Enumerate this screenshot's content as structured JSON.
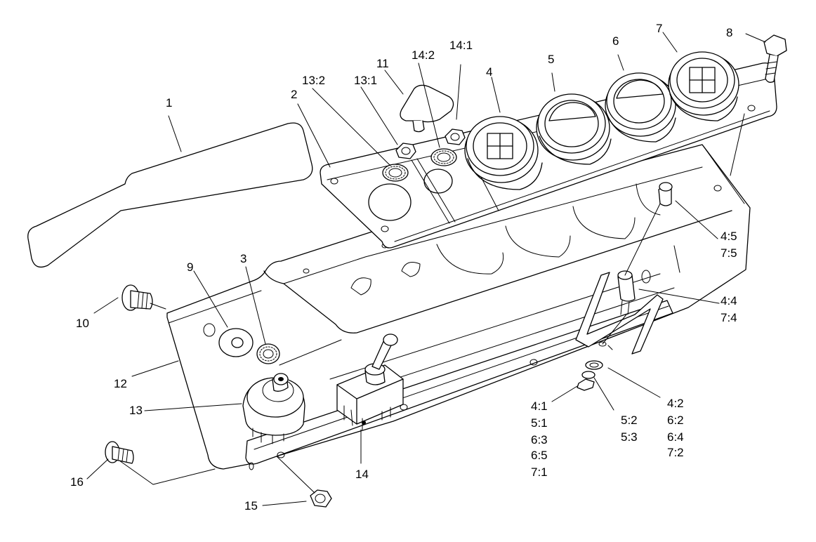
{
  "labels": {
    "l1": "1",
    "l2": "2",
    "l3": "3",
    "l4": "4",
    "l5": "5",
    "l6": "6",
    "l7": "7",
    "l8": "8",
    "l9": "9",
    "l10": "10",
    "l11": "11",
    "l12": "12",
    "l13": "13",
    "l14": "14",
    "l15": "15",
    "l16": "16",
    "l13_1": "13:1",
    "l13_2": "13:2",
    "l14_1": "14:1",
    "l14_2": "14:2",
    "l45": "4:5",
    "l75": "7:5",
    "l44": "4:4",
    "l74": "7:4",
    "l42": "4:2",
    "l62": "6:2",
    "l64": "6:4",
    "l72": "7:2",
    "l52": "5:2",
    "l53": "5:3",
    "l41": "4:1",
    "l51": "5:1",
    "l63": "6:3",
    "l65": "6:5",
    "l71": "7:1"
  }
}
